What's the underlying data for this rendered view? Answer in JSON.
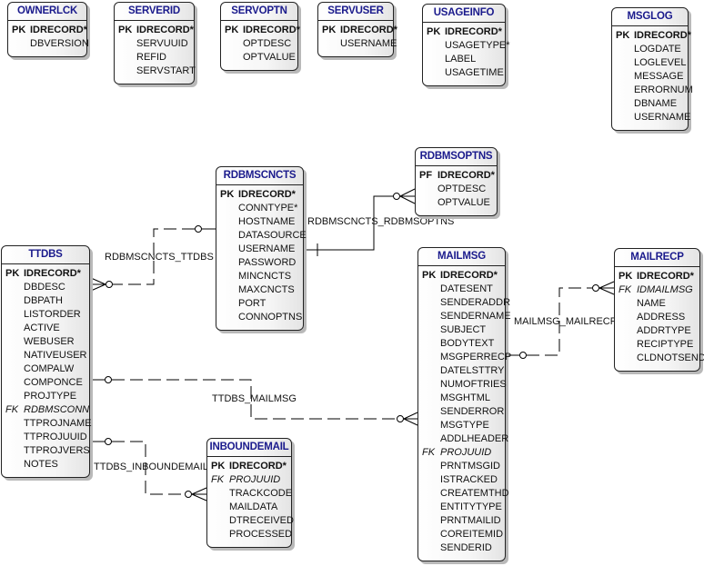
{
  "diagram": {
    "type": "entity-relationship",
    "entities": [
      {
        "id": "ownerlck",
        "name": "OWNERLCK",
        "columns": [
          {
            "key": "PK",
            "name": "IDRECORD*"
          },
          {
            "key": "",
            "name": "DBVERSION"
          }
        ]
      },
      {
        "id": "serverid",
        "name": "SERVERID",
        "columns": [
          {
            "key": "PK",
            "name": "IDRECORD*"
          },
          {
            "key": "",
            "name": "SERVUUID"
          },
          {
            "key": "",
            "name": "REFID"
          },
          {
            "key": "",
            "name": "SERVSTART"
          }
        ]
      },
      {
        "id": "servoptn",
        "name": "SERVOPTN",
        "columns": [
          {
            "key": "PK",
            "name": "IDRECORD*"
          },
          {
            "key": "",
            "name": "OPTDESC"
          },
          {
            "key": "",
            "name": "OPTVALUE"
          }
        ]
      },
      {
        "id": "servuser",
        "name": "SERVUSER",
        "columns": [
          {
            "key": "PK",
            "name": "IDRECORD*"
          },
          {
            "key": "",
            "name": "USERNAME"
          }
        ]
      },
      {
        "id": "usageinfo",
        "name": "USAGEINFO",
        "columns": [
          {
            "key": "PK",
            "name": "IDRECORD*"
          },
          {
            "key": "",
            "name": "USAGETYPE*"
          },
          {
            "key": "",
            "name": "LABEL"
          },
          {
            "key": "",
            "name": "USAGETIME"
          }
        ]
      },
      {
        "id": "msglog",
        "name": "MSGLOG",
        "columns": [
          {
            "key": "PK",
            "name": "IDRECORD*"
          },
          {
            "key": "",
            "name": "LOGDATE"
          },
          {
            "key": "",
            "name": "LOGLEVEL"
          },
          {
            "key": "",
            "name": "MESSAGE"
          },
          {
            "key": "",
            "name": "ERRORNUM"
          },
          {
            "key": "",
            "name": "DBNAME"
          },
          {
            "key": "",
            "name": "USERNAME"
          }
        ]
      },
      {
        "id": "rdbmscncts",
        "name": "RDBMSCNCTS",
        "columns": [
          {
            "key": "PK",
            "name": "IDRECORD*"
          },
          {
            "key": "",
            "name": "CONNTYPE*"
          },
          {
            "key": "",
            "name": "HOSTNAME"
          },
          {
            "key": "",
            "name": "DATASOURCE"
          },
          {
            "key": "",
            "name": "USERNAME"
          },
          {
            "key": "",
            "name": "PASSWORD"
          },
          {
            "key": "",
            "name": "MINCNCTS"
          },
          {
            "key": "",
            "name": "MAXCNCTS"
          },
          {
            "key": "",
            "name": "PORT"
          },
          {
            "key": "",
            "name": "CONNOPTNS"
          }
        ]
      },
      {
        "id": "rdbmsoptns",
        "name": "RDBMSOPTNS",
        "columns": [
          {
            "key": "PF",
            "name": "IDRECORD*"
          },
          {
            "key": "",
            "name": "OPTDESC"
          },
          {
            "key": "",
            "name": "OPTVALUE"
          }
        ]
      },
      {
        "id": "ttdbs",
        "name": "TTDBS",
        "columns": [
          {
            "key": "PK",
            "name": "IDRECORD*"
          },
          {
            "key": "",
            "name": "DBDESC"
          },
          {
            "key": "",
            "name": "DBPATH"
          },
          {
            "key": "",
            "name": "LISTORDER"
          },
          {
            "key": "",
            "name": "ACTIVE"
          },
          {
            "key": "",
            "name": "WEBUSER"
          },
          {
            "key": "",
            "name": "NATIVEUSER"
          },
          {
            "key": "",
            "name": "COMPALW"
          },
          {
            "key": "",
            "name": "COMPONCE"
          },
          {
            "key": "",
            "name": "PROJTYPE"
          },
          {
            "key": "FK",
            "name": "RDBMSCONN"
          },
          {
            "key": "",
            "name": "TTPROJNAME"
          },
          {
            "key": "",
            "name": "TTPROJUUID"
          },
          {
            "key": "",
            "name": "TTPROJVERS"
          },
          {
            "key": "",
            "name": "NOTES"
          }
        ]
      },
      {
        "id": "mailmsg",
        "name": "MAILMSG",
        "columns": [
          {
            "key": "PK",
            "name": "IDRECORD*"
          },
          {
            "key": "",
            "name": "DATESENT"
          },
          {
            "key": "",
            "name": "SENDERADDR"
          },
          {
            "key": "",
            "name": "SENDERNAME"
          },
          {
            "key": "",
            "name": "SUBJECT"
          },
          {
            "key": "",
            "name": "BODYTEXT"
          },
          {
            "key": "",
            "name": "MSGPERRECP"
          },
          {
            "key": "",
            "name": "DATELSTTRY"
          },
          {
            "key": "",
            "name": "NUMOFTRIES"
          },
          {
            "key": "",
            "name": "MSGHTML"
          },
          {
            "key": "",
            "name": "SENDERROR"
          },
          {
            "key": "",
            "name": "MSGTYPE"
          },
          {
            "key": "",
            "name": "ADDLHEADER"
          },
          {
            "key": "FK",
            "name": "PROJUUID"
          },
          {
            "key": "",
            "name": "PRNTMSGID"
          },
          {
            "key": "",
            "name": "ISTRACKED"
          },
          {
            "key": "",
            "name": "CREATEMTHD"
          },
          {
            "key": "",
            "name": "ENTITYTYPE"
          },
          {
            "key": "",
            "name": "PRNTMAILID"
          },
          {
            "key": "",
            "name": "COREITEMID"
          },
          {
            "key": "",
            "name": "SENDERID"
          }
        ]
      },
      {
        "id": "mailrecp",
        "name": "MAILRECP",
        "columns": [
          {
            "key": "PK",
            "name": "IDRECORD*"
          },
          {
            "key": "FK",
            "name": "IDMAILMSG"
          },
          {
            "key": "",
            "name": "NAME"
          },
          {
            "key": "",
            "name": "ADDRESS"
          },
          {
            "key": "",
            "name": "ADDRTYPE"
          },
          {
            "key": "",
            "name": "RECIPTYPE"
          },
          {
            "key": "",
            "name": "CLDNOTSEND"
          }
        ]
      },
      {
        "id": "inboundemail",
        "name": "INBOUNDEMAIL",
        "columns": [
          {
            "key": "PK",
            "name": "IDRECORD*"
          },
          {
            "key": "FK",
            "name": "PROJUUID"
          },
          {
            "key": "",
            "name": "TRACKCODE"
          },
          {
            "key": "",
            "name": "MAILDATA"
          },
          {
            "key": "",
            "name": "DTRECEIVED"
          },
          {
            "key": "",
            "name": "PROCESSED"
          }
        ]
      }
    ],
    "relationships": [
      {
        "id": "rdbmscncts_rdbmsoptns",
        "name": "RDBMSCNCTS_RDBMSOPTNS",
        "from": "RDBMSCNCTS",
        "to": "RDBMSOPTNS",
        "style": "solid",
        "parent_end": "one",
        "child_end": "zero-or-many"
      },
      {
        "id": "rdbmscncts_ttdbs",
        "name": "RDBMSCNCTS_TTDBS",
        "from": "RDBMSCNCTS",
        "to": "TTDBS",
        "style": "dashed",
        "parent_end": "zero-or-one",
        "child_end": "zero-or-many"
      },
      {
        "id": "mailmsg_mailrecp",
        "name": "MAILMSG_MAILRECP",
        "from": "MAILMSG",
        "to": "MAILRECP",
        "style": "dashed",
        "parent_end": "zero-or-one",
        "child_end": "zero-or-many"
      },
      {
        "id": "ttdbs_mailmsg",
        "name": "TTDBS_MAILMSG",
        "from": "TTDBS",
        "to": "MAILMSG",
        "style": "dashed",
        "parent_end": "zero-or-one",
        "child_end": "zero-or-many"
      },
      {
        "id": "ttdbs_inboundemail",
        "name": "TTDBS_INBOUNDEMAIL",
        "from": "TTDBS",
        "to": "INBOUNDEMAIL",
        "style": "dashed",
        "parent_end": "zero-or-one",
        "child_end": "zero-or-many"
      }
    ],
    "colors": {
      "entity_title": "#1a1a8c",
      "line": "#000000",
      "border": "#222222",
      "shadow": "#b9b9b9"
    }
  }
}
